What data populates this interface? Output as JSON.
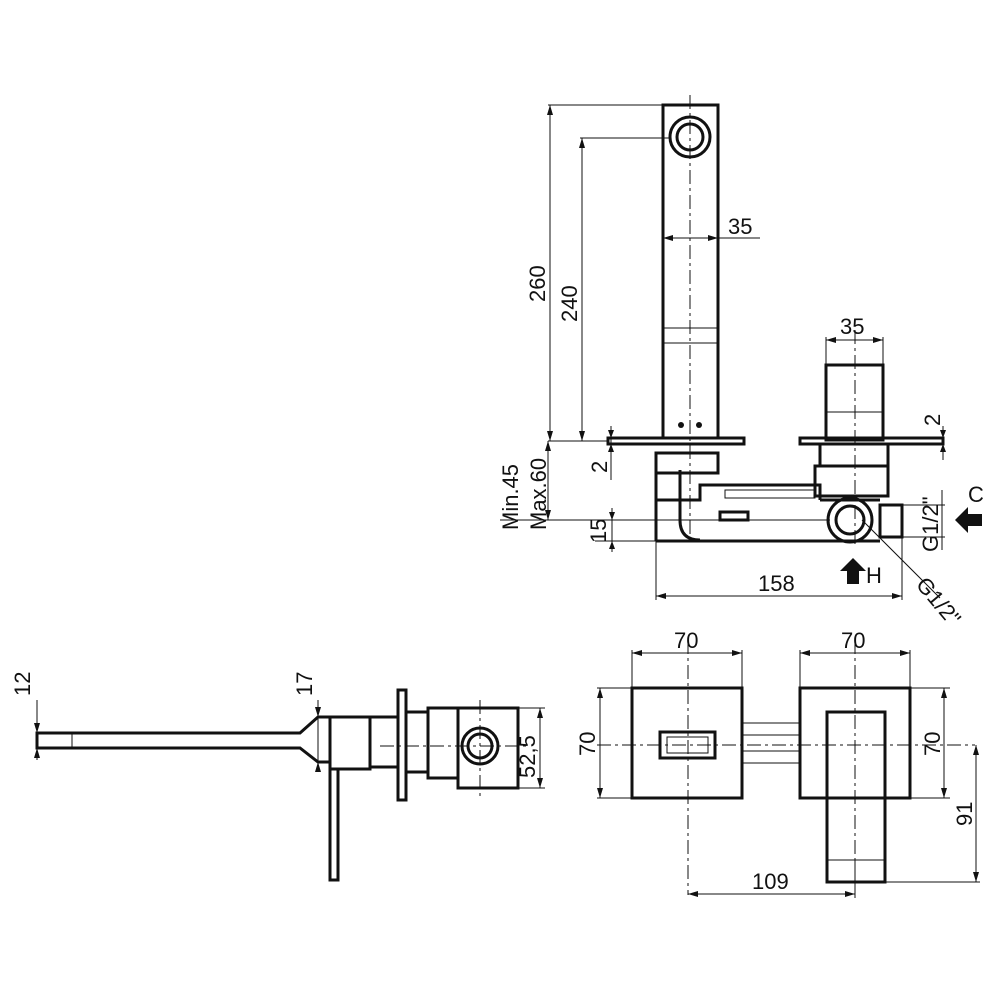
{
  "dimensions": {
    "spout_width": "35",
    "total_height": "260",
    "spout_height": "240",
    "plate_thickness_spout": "2",
    "wall_depth": "Min.45 Max.60",
    "wall_depth_min": "Min.45",
    "wall_depth_max": "Max.60",
    "pipe_height": "15",
    "body_length": "158",
    "handle_width": "35",
    "plate_thickness_handle": "2",
    "inlet_c": "G1/2\"",
    "inlet_h": "G1/2\"",
    "spout_thickness": "12",
    "spout_tip": "17",
    "body_depth": "52,5",
    "plate_a_width": "70",
    "plate_b_width": "70",
    "plate_a_height": "70",
    "plate_b_height": "70",
    "handle_drop": "91",
    "center_distance": "109"
  },
  "labels": {
    "cold": "C",
    "hot": "H"
  }
}
